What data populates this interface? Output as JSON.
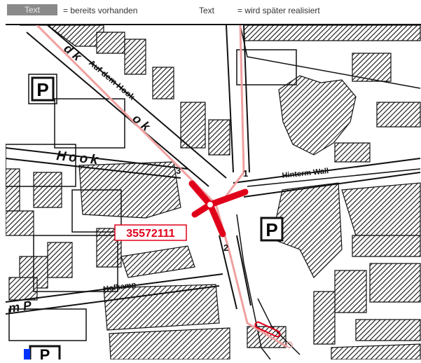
{
  "legend": {
    "swatch_text": "Text",
    "existing_label": "= bereits vorhanden",
    "planned_text": "Text",
    "planned_label": "= wird später realisiert"
  },
  "map": {
    "streets": {
      "auf_dem_hook": "Auf dem Hook",
      "hook": "Hook",
      "hinterm_wall": "Hinterm Wall",
      "hofkamp": "Hofkamp",
      "mp": "m P"
    },
    "parking_label": "P",
    "node_id": "35572111",
    "arm_numbers": [
      "1",
      "2",
      "3"
    ],
    "route_color": "#f0a0a0",
    "node_color": "#e0001a",
    "letters_dk": "d k",
    "letters_ok": "o k"
  }
}
